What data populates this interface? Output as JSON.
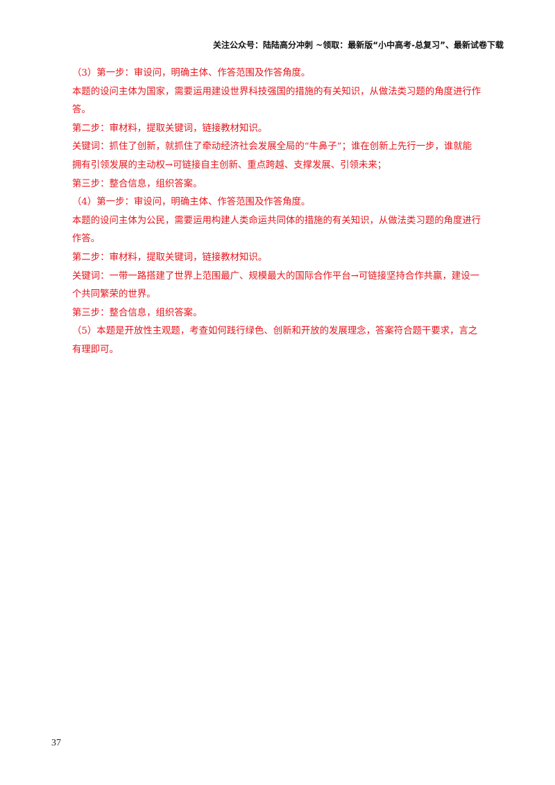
{
  "header": {
    "text": "关注公众号：陆陆高分冲刺  ~领取：最新版“小中高考-总复习”、最新试卷下载"
  },
  "lines": [
    "（3）第一步：审设问，明确主体、作答范围及作答角度。",
    "本题的设问主体为国家，需要运用建设世界科技强国的措施的有关知识，从做法类习题的角度进行作",
    "答。",
    "第二步：审材料，提取关键词，链接教材知识。",
    "关键词：抓住了创新，就抓住了牵动经济社会发展全局的“牛鼻子”；谁在创新上先行一步，谁就能",
    "拥有引领发展的主动权→可链接自主创新、重点跨越、支撑发展、引领未来；",
    "第三步：整合信息，组织答案。",
    "（4）第一步：审设问，明确主体、作答范围及作答角度。",
    "本题的设问主体为公民，需要运用构建人类命运共同体的措施的有关知识，从做法类习题的角度进行",
    "作答。",
    "第二步：审材料，提取关键词，链接教材知识。",
    "关键词：一带一路搭建了世界上范围最广、规模最大的国际合作平台→可链接坚持合作共赢，建设一",
    "个共同繁荣的世界。",
    "第三步：整合信息，组织答案。",
    "（5）本题是开放性主观题，考查如何践行绿色、创新和开放的发展理念，答案符合题干要求，言之",
    "有理即可。"
  ],
  "page_number": "37",
  "colors": {
    "body_text": "#e8141b",
    "header_text": "#111111"
  }
}
